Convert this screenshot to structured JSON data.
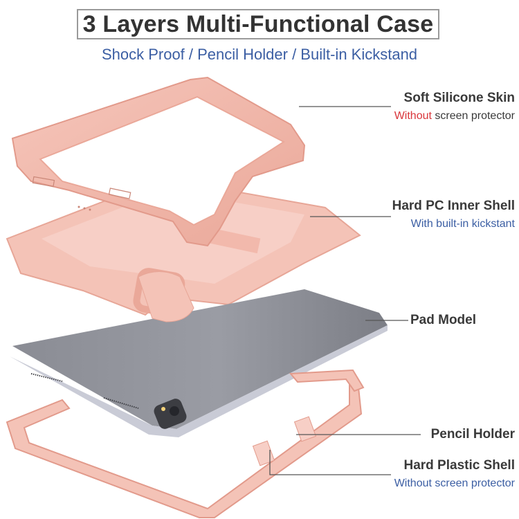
{
  "header": {
    "title": "3 Layers Multi-Functional Case",
    "subtitle": "Shock Proof / Pencil Holder / Built-in Kickstand"
  },
  "callouts": {
    "silicone": {
      "title": "Soft Silicone Skin",
      "note_highlight": "Without",
      "note_rest": " screen protector"
    },
    "pc_shell": {
      "title": "Hard PC Inner Shell",
      "note": "With built-in kickstant"
    },
    "pad": {
      "title": "Pad Model"
    },
    "pencil": {
      "title": "Pencil Holder"
    },
    "plastic_shell": {
      "title": "Hard Plastic Shell",
      "note": "Without screen protector"
    }
  },
  "colors": {
    "case_pink": "#f2b8ab",
    "case_pink_dark": "#e59d8e",
    "tablet_gray": "#8e9098",
    "title_text": "#333333",
    "accent_blue": "#3b5ea3",
    "accent_red": "#d9353a"
  }
}
